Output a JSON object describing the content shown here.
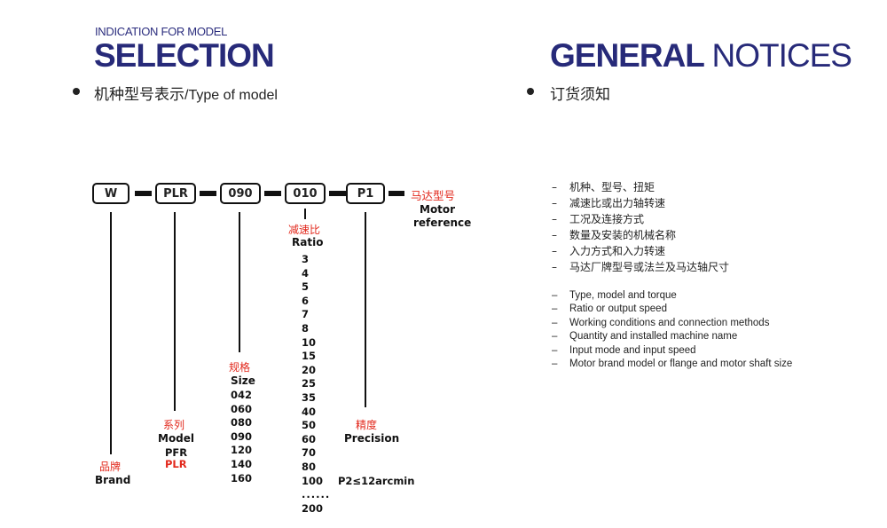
{
  "left": {
    "pre_title": "INDICATION FOR MODEL",
    "title": "SELECTION",
    "subhead_cn": "机种型号表示",
    "subhead_en": "/Type of  model"
  },
  "right": {
    "title_bold": "GENERAL",
    "title_light": "NOTICES",
    "subhead_cn": "订货须知",
    "notes_cn": [
      "机种、型号、扭矩",
      "减速比或出力轴转速",
      "工况及连接方式",
      "数量及安装的机械名称",
      "入力方式和入力转速",
      "马达厂牌型号或法兰及马达轴尺寸"
    ],
    "notes_en": [
      "Type, model and torque",
      "Ratio or output speed",
      "Working conditions and connection methods",
      "Quantity and installed machine name",
      "Input mode and input speed",
      "Motor brand model or flange and motor shaft size"
    ],
    "dash": "–"
  },
  "code": {
    "boxes": [
      "W",
      "PLR",
      "090",
      "010",
      "P1"
    ],
    "motor_cn": "马达型号",
    "motor_en_1": "Motor",
    "motor_en_2": "reference"
  },
  "brand": {
    "cn": "品牌",
    "en": "Brand"
  },
  "model": {
    "cn": "系列",
    "en": "Model",
    "options": [
      "PFR"
    ],
    "highlight": "PLR"
  },
  "size": {
    "cn": "规格",
    "en": "Size",
    "options": [
      "042",
      "060",
      "080",
      "090",
      "120",
      "140",
      "160"
    ]
  },
  "ratio": {
    "cn": "减速比",
    "en": "Ratio",
    "options": [
      "3",
      "4",
      "5",
      "6",
      "7",
      "8",
      "10",
      "15",
      "20",
      "25",
      "35",
      "40",
      "50",
      "60",
      "70",
      "80",
      "100"
    ],
    "ellipsis": "......",
    "last": "200"
  },
  "precision": {
    "cn": "精度",
    "en": "Precision",
    "value": "P2≤12arcmin"
  },
  "colors": {
    "title": "#272a79",
    "red": "#e2281c",
    "text": "#222222"
  }
}
